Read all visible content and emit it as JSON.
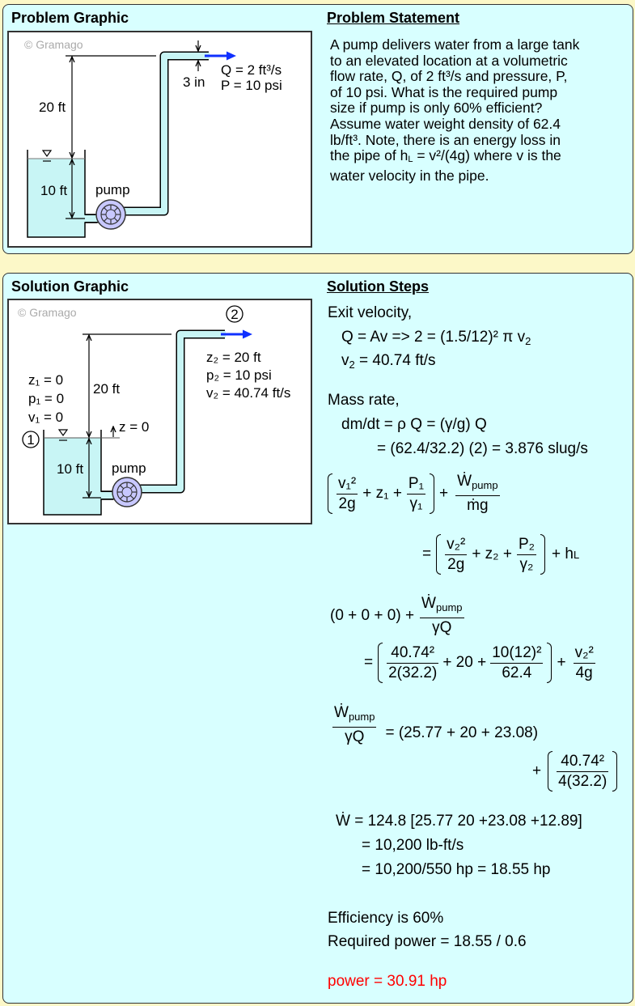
{
  "problem": {
    "graphic_title": "Problem Graphic",
    "statement_title": "Problem Statement",
    "statement_lines": [
      "A pump delivers water from a large tank",
      "to an elevated location at a volumetric",
      "flow rate, Q, of 2 ft³/s and pressure, P,",
      "of 10 psi. What is the required pump",
      "size if pump is only 60% efficient?",
      "Assume water weight density of 62.4",
      "lb/ft³. Note, there is an energy loss in"
    ],
    "line8": {
      "a": "the pipe of h",
      "sub": "L",
      "b": " = v²/(4g) where v is the"
    },
    "line9": "water velocity in the pipe.",
    "diagram": {
      "copyright": "© Gramago",
      "height_upper": "20 ft",
      "height_lower": "10 ft",
      "pump_label": "pump",
      "pipe_dia": "3 in",
      "flow": "Q = 2 ft³/s",
      "pressure": "P = 10 psi"
    }
  },
  "solution": {
    "graphic_title": "Solution Graphic",
    "steps_title": "Solution Steps",
    "diagram": {
      "copyright": "© Gramago",
      "point1": "1",
      "point2": "2",
      "z1": "z₁ = 0",
      "p1": "p₁ = 0",
      "v1": "v₁ = 0",
      "z0": "z = 0",
      "height_upper": "20 ft",
      "height_lower": "10 ft",
      "pump_label": "pump",
      "z2": "z₂ = 20 ft",
      "p2": "p₂ = 10 psi",
      "v2": "v₂ = 40.74 ft/s"
    },
    "exit_heading": "Exit velocity,",
    "exit_eq": {
      "a": "Q = Av => 2 = (1.5/12)² π v",
      "sub": "2"
    },
    "exit_result": {
      "a": "v",
      "sub": "2",
      "b": " = 40.74 ft/s"
    },
    "mass_heading": "Mass rate,",
    "mass_eq": "dm/dt = ρ Q = (γ/g) Q",
    "mass_result": "= (62.4/32.2) (2) = 3.876 slug/s",
    "energy": {
      "v1sq": "v₁²",
      "twog": "2g",
      "plus_z1": "+ z₁ +",
      "P1": "P₁",
      "g1": "γ₁",
      "plus": "+",
      "Wdot": "Ẇ",
      "pump_sub": "pump",
      "mdotg": "ṁg",
      "eq": "=",
      "v2sq": "v₂²",
      "plus_z2": "+ z₂ +",
      "P2": "P₂",
      "g2": "γ₂",
      "plus_hl": "+ h",
      "hl_sub": "L"
    },
    "sub1": {
      "lhs": "(0 + 0 + 0) +",
      "gQ": "γQ",
      "n1": "40.74²",
      "d1": "2(32.2)",
      "mid": "+ 20 +",
      "n2": "10(12)²",
      "d2": "62.4",
      "n3": "v₂²",
      "d3": "4g"
    },
    "sub2": {
      "rhs": "= (25.77 + 20 + 23.08)",
      "n": "40.74²",
      "d": "4(32.2)"
    },
    "power_eq": "Ẇ = 124.8 [25.77 20 +23.08 +12.89]",
    "power_r1": "= 10,200 lb-ft/s",
    "power_r2": "= 10,200/550 hp = 18.55 hp",
    "efficiency": "Efficiency is 60%",
    "required": "Required power = 18.55 / 0.6",
    "answer": "power = 30.91 hp"
  },
  "colors": {
    "answer": "#ff0000",
    "panel": "#d8ffff",
    "background": "#fcf8c8",
    "water": "#c8f5f5",
    "arrow": "#1030ff"
  }
}
